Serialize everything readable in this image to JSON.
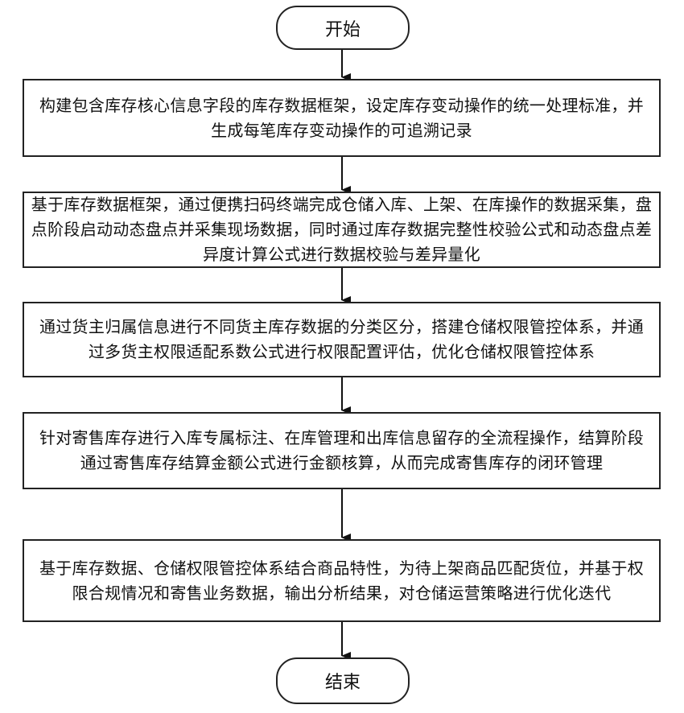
{
  "flowchart": {
    "start": "开始",
    "end": "结束",
    "steps": [
      "构建包含库存核心信息字段的库存数据框架，设定库存变动操作的统一处理标准，并生成每笔库存变动操作的可追溯记录",
      "基于库存数据框架，通过便携扫码终端完成仓储入库、上架、在库操作的数据采集，盘点阶段启动动态盘点并采集现场数据，同时通过库存数据完整性校验公式和动态盘点差异度计算公式进行数据校验与差异量化",
      "通过货主归属信息进行不同货主库存数据的分类区分，搭建仓储权限管控体系，并通过多货主权限适配系数公式进行权限配置评估，优化仓储权限管控体系",
      "针对寄售库存进行入库专属标注、在库管理和出库信息留存的全流程操作，结算阶段通过寄售库存结算金额公式进行金额核算，从而完成寄售库存的闭环管理",
      "基于库存数据、仓储权限管控体系结合商品特性，为待上架商品匹配货位，并基于权限合规情况和寄售业务数据，输出分析结果，对仓储运营策略进行优化迭代"
    ]
  }
}
